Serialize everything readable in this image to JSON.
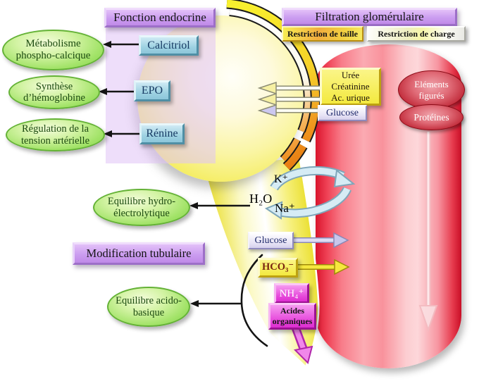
{
  "colors": {
    "accent_purple": "#c9a0ea",
    "accent_green": "#8edd58",
    "accent_yellow": "#f4ec44",
    "accent_red": "#e02038",
    "accent_blue": "#9ed2e2",
    "accent_magenta": "#e646da"
  },
  "headers": {
    "endocrine": "Fonction endocrine",
    "filtration": "Filtration glomérulaire",
    "tubular": "Modification tubulaire"
  },
  "filtration": {
    "restriction_size": "Restriction de taille",
    "restriction_charge": "Restriction de charge",
    "filtered_solutes": [
      "Urée",
      "Créatinine",
      "Ac. urique"
    ],
    "filtered_glucose": "Glucose",
    "retained": [
      "Eléments figurés",
      "Protéines"
    ]
  },
  "endocrine": {
    "rows": [
      {
        "hormone": "Calcitriol",
        "role": "Métabolisme phospho-calcique"
      },
      {
        "hormone": "EPO",
        "role": "Synthèse d’hémoglobine"
      },
      {
        "hormone": "Rénine",
        "role": "Régulation de la tension artérielle"
      }
    ]
  },
  "tubular": {
    "exchanged_ions": {
      "k": "K⁺",
      "h2o": "H₂O",
      "na": "Na⁺"
    },
    "reabsorbed": {
      "glucose": "Glucose",
      "bicarbonate": "HCO₃⁻"
    },
    "secreted": {
      "ammonium": "NH₄⁺",
      "organic_acids": "Acides organiques"
    },
    "balances": {
      "hydro": "Equilibre hydro-électrolytique",
      "acid_base": "Equilibre acido-basique"
    }
  }
}
